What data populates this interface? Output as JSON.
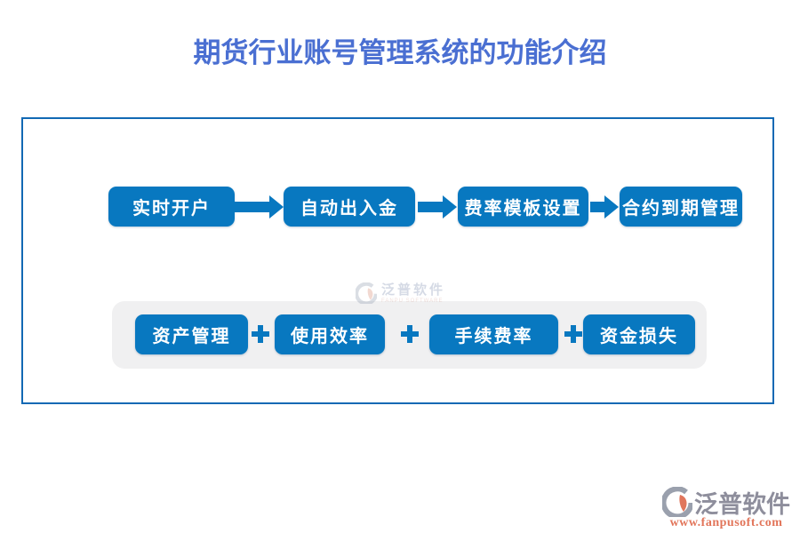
{
  "title": "期货行业账号管理系统的功能介绍",
  "colors": {
    "title_blue": "#4a6fd2",
    "box_blue": "#0878c0",
    "frame_border_blue": "#1269b4",
    "panel_gray": "#f0f0f1",
    "logo_text_gray": "#8e8e9c",
    "logo_coral": "#e2755a"
  },
  "flow_top": {
    "items": [
      "实时开户",
      "自动出入金",
      "费率模板设置",
      "合约到期管理"
    ]
  },
  "flow_bottom": {
    "items": [
      "资产管理",
      "使用效率",
      "手续费率",
      "资金损失"
    ]
  },
  "icons": {
    "between_top": "arrow-right-icon",
    "between_bottom": "plus-icon"
  },
  "watermark": {
    "name": "泛普软件",
    "subtitle": "FANPU SOFTWARE"
  },
  "footer_logo": {
    "name": "泛普软件",
    "url": "www.fanpusoft.com"
  }
}
